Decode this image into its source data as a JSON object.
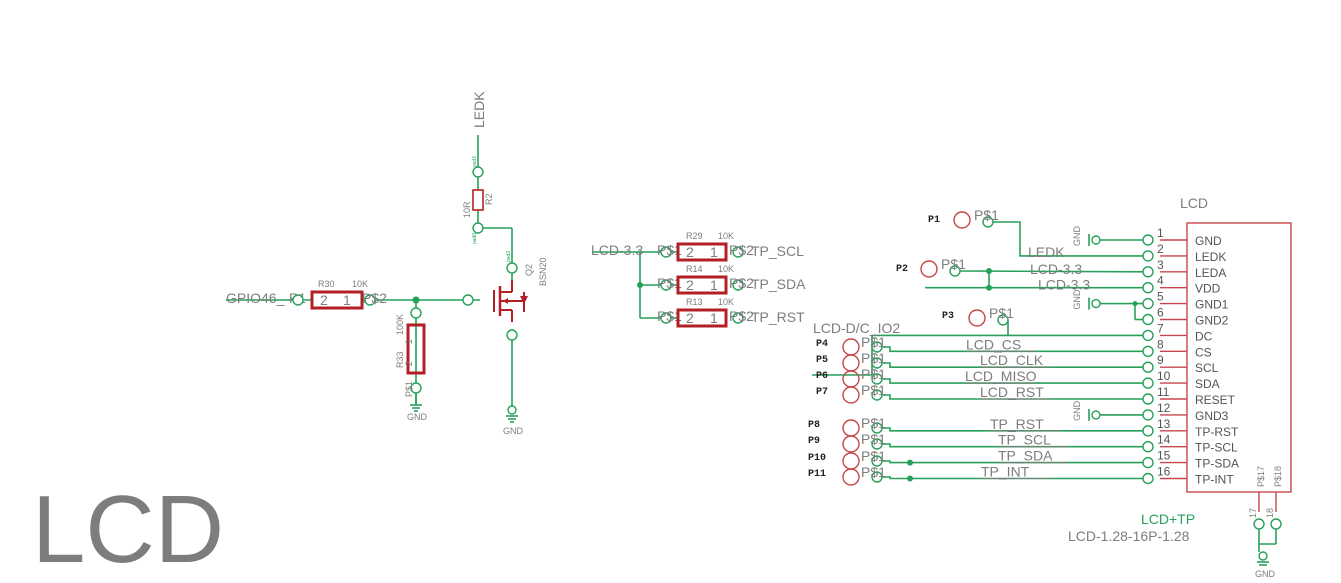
{
  "sheet_title": "LCD",
  "left_circuit": {
    "input_net": "GPIO46_",
    "input_pin": "P1",
    "r30": {
      "name": "R30",
      "value": "10K",
      "pin_a": "2",
      "pin_b": "1",
      "pad": "P$2"
    },
    "r33": {
      "name": "R33",
      "value": "100K",
      "pin_a": "1",
      "pin_b": "2",
      "pad": "P$1"
    },
    "r2": {
      "name": "R2",
      "value": "10R"
    },
    "q2": {
      "name": "Q2",
      "value": "BSN20"
    },
    "ledk_net": "LEDK",
    "gnd": "GND",
    "pad_small": "pad1",
    "pad_small2": "pad0",
    "pad_small3": "pad2"
  },
  "mid_circuit": {
    "supply_net": "LCD-3.3",
    "pad_left": "P$1",
    "pad_right": "P$2",
    "resistors": [
      {
        "name": "R29",
        "value": "10K",
        "net": "TP_SCL",
        "pin_a": "2",
        "pin_b": "1"
      },
      {
        "name": "R14",
        "value": "10K",
        "net": "TP_SDA",
        "pin_a": "2",
        "pin_b": "1"
      },
      {
        "name": "R13",
        "value": "10K",
        "net": "TP_RST",
        "pin_a": "2",
        "pin_b": "1"
      }
    ]
  },
  "right_circuit": {
    "pads": [
      "P1",
      "P2",
      "P3",
      "P4",
      "P5",
      "P6",
      "P7",
      "P8",
      "P9",
      "P10",
      "P11"
    ],
    "pad_label": "P$1",
    "gnd_label": "GND",
    "bus_label": "LCD-D/C_IO2",
    "wire_labels": [
      "LEDK",
      "LCD-3.3",
      "LCD-3.3",
      "LCD_CS",
      "LCD_CLK",
      "LCD_MISO",
      "LCD_RST",
      "TP_RST",
      "TP_SCL",
      "TP_SDA",
      "TP_INT"
    ],
    "connector": {
      "title": "LCD",
      "part_name": "LCD+TP",
      "part_value": "LCD-1.28-16P-1.28",
      "pin_numbers": [
        "1",
        "2",
        "3",
        "4",
        "5",
        "6",
        "7",
        "8",
        "9",
        "10",
        "11",
        "12",
        "13",
        "14",
        "15",
        "16"
      ],
      "pin_names": [
        "GND",
        "LEDK",
        "LEDA",
        "VDD",
        "GND1",
        "GND2",
        "DC",
        "CS",
        "SCL",
        "SDA",
        "RESET",
        "GND3",
        "TP-RST",
        "TP-SCL",
        "TP-SDA",
        "TP-INT"
      ],
      "extra_pins": [
        "P$17",
        "P$18"
      ],
      "extra_nums": [
        "17",
        "18"
      ]
    }
  }
}
